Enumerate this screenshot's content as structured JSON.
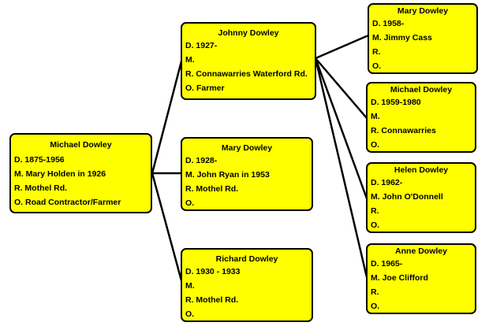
{
  "colors": {
    "box_fill": "#ffff00",
    "border": "#000000",
    "line": "#000000"
  },
  "people": [
    {
      "id": "p1",
      "name": "Michael Dowley",
      "lines": [
        "D. 1875-1956",
        "M. Mary Holden in 1926",
        "R. Mothel Rd.",
        "O. Road Contractor/Farmer"
      ]
    },
    {
      "id": "p2",
      "name": "Johnny Dowley",
      "lines": [
        "D. 1927-",
        "M.",
        "R. Connawarries  Waterford Rd.",
        "O. Farmer"
      ]
    },
    {
      "id": "p3",
      "name": "Mary Dowley",
      "lines": [
        "D. 1928-",
        "M. John Ryan in 1953",
        "R. Mothel Rd.",
        "O."
      ]
    },
    {
      "id": "p4",
      "name": "Richard Dowley",
      "lines": [
        "D. 1930 - 1933",
        "M.",
        "R. Mothel Rd.",
        "O."
      ]
    },
    {
      "id": "p5",
      "name": "Mary Dowley",
      "lines": [
        "D. 1958-",
        "M. Jimmy Cass",
        "R.",
        "O."
      ]
    },
    {
      "id": "p6",
      "name": "Michael Dowley",
      "lines": [
        "D. 1959-1980",
        "M.",
        "R. Connawarries",
        "O."
      ]
    },
    {
      "id": "p7",
      "name": "Helen Dowley",
      "lines": [
        "D. 1962-",
        "M.  John O'Donnell",
        "R.",
        "O."
      ]
    },
    {
      "id": "p8",
      "name": "Anne Dowley",
      "lines": [
        "D. 1965-",
        "M. Joe Clifford",
        "R.",
        "O."
      ]
    }
  ]
}
